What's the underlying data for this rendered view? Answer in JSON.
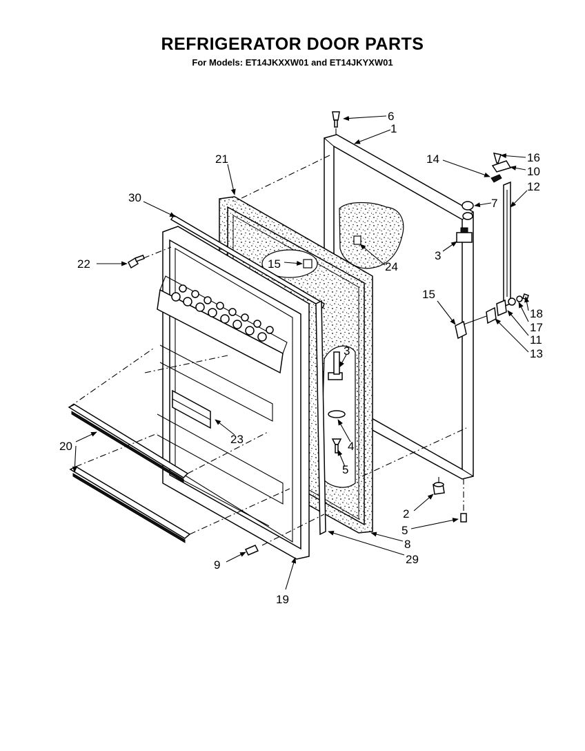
{
  "header": {
    "title": "REFRIGERATOR DOOR PARTS",
    "subtitle": "For Models: ET14JKXXW01 and ET14JKYXW01"
  },
  "callouts": [
    {
      "id": "c6",
      "label": "6"
    },
    {
      "id": "c1",
      "label": "1"
    },
    {
      "id": "c16",
      "label": "16"
    },
    {
      "id": "c14",
      "label": "14"
    },
    {
      "id": "c10",
      "label": "10"
    },
    {
      "id": "c21",
      "label": "21"
    },
    {
      "id": "c12",
      "label": "12"
    },
    {
      "id": "c30",
      "label": "30"
    },
    {
      "id": "c7",
      "label": "7"
    },
    {
      "id": "c3a",
      "label": "3"
    },
    {
      "id": "c22",
      "label": "22"
    },
    {
      "id": "c15a",
      "label": "15"
    },
    {
      "id": "c24",
      "label": "24"
    },
    {
      "id": "c15b",
      "label": "15"
    },
    {
      "id": "c18",
      "label": "18"
    },
    {
      "id": "c17",
      "label": "17"
    },
    {
      "id": "c11",
      "label": "11"
    },
    {
      "id": "c13",
      "label": "13"
    },
    {
      "id": "c3b",
      "label": "3"
    },
    {
      "id": "c4",
      "label": "4"
    },
    {
      "id": "c23",
      "label": "23"
    },
    {
      "id": "c20",
      "label": "20"
    },
    {
      "id": "c5a",
      "label": "5"
    },
    {
      "id": "c2",
      "label": "2"
    },
    {
      "id": "c5b",
      "label": "5"
    },
    {
      "id": "c8",
      "label": "8"
    },
    {
      "id": "c29",
      "label": "29"
    },
    {
      "id": "c9",
      "label": "9"
    },
    {
      "id": "c19",
      "label": "19"
    }
  ]
}
